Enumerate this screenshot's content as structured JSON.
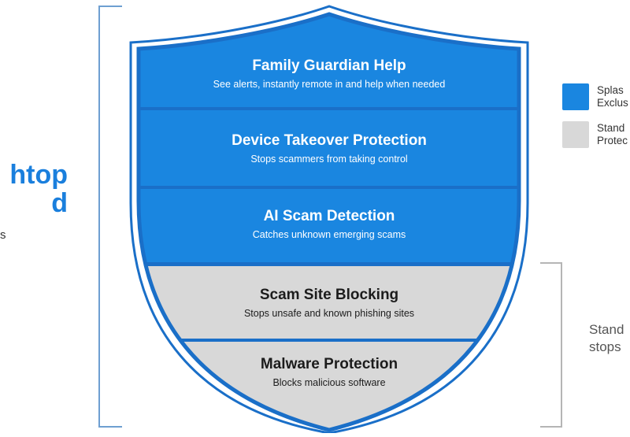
{
  "left_panel": {
    "title_line1": "htop",
    "title_line2": "d",
    "subtitle": "s"
  },
  "layers": [
    {
      "title": "Family Guardian Help",
      "desc": "See alerts, instantly remote in and help when needed",
      "tier": "exclusive"
    },
    {
      "title": "Device Takeover Protection",
      "desc": "Stops scammers from taking control",
      "tier": "exclusive"
    },
    {
      "title": "AI Scam Detection",
      "desc": "Catches unknown emerging scams",
      "tier": "exclusive"
    },
    {
      "title": "Scam Site Blocking",
      "desc": "Stops unsafe and known phishing sites",
      "tier": "standard"
    },
    {
      "title": "Malware Protection",
      "desc": "Blocks malicious software",
      "tier": "standard"
    }
  ],
  "legend": [
    {
      "line1": "Splas",
      "line2": "Exclus",
      "color": "#1a86e0"
    },
    {
      "line1": "Stand",
      "line2": "Protec",
      "color": "#d8d8d8"
    }
  ],
  "right_caption": {
    "line1": "Stand",
    "line2": "stops"
  },
  "colors": {
    "exclusive": "#1a86e0",
    "standard": "#d8d8d8",
    "outline": "#1a6fc8",
    "divider": "#1a6fc8"
  }
}
